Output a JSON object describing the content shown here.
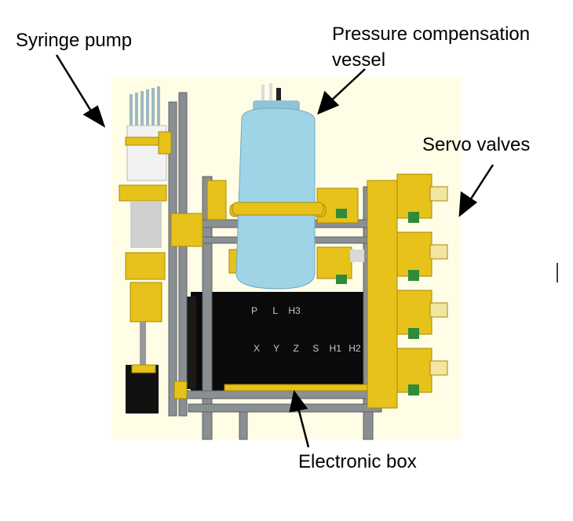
{
  "labels": {
    "syringe_pump": "Syringe pump",
    "pressure_line1": "Pressure compensation",
    "pressure_line2": "vessel",
    "servo_valves": "Servo valves",
    "electronic_box": "Electronic box"
  },
  "box_labels": {
    "row1": [
      "P",
      "L",
      "H3"
    ],
    "row2": [
      "X",
      "Y",
      "Z",
      "S",
      "H1",
      "H2"
    ]
  },
  "colors": {
    "background_panel": "#fffde6",
    "frame": "#8a8f93",
    "bracket": "#e6c21a",
    "vessel": "#9fd3e6",
    "box": "#0a0a0a",
    "connector": "#2e8b3a"
  }
}
